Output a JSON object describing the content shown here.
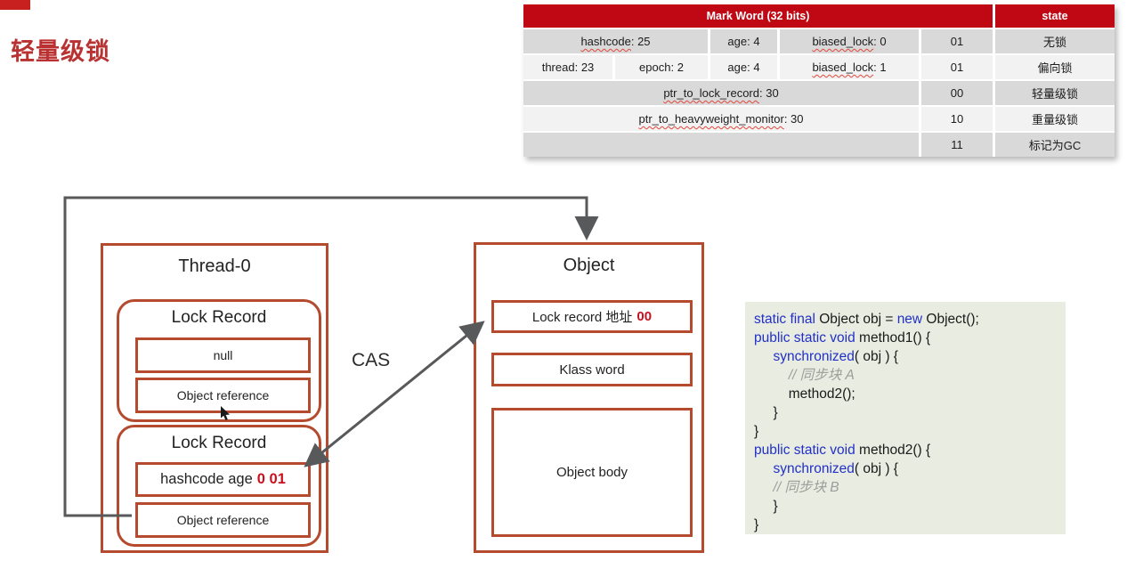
{
  "page": {
    "title": "轻量级锁"
  },
  "colors": {
    "table_header_red": "#c00714",
    "row_gray": "#d9d9d9",
    "row_light": "#f2f2f2",
    "box_border_red": "#b44a2e",
    "highlight_red": "#c8101e",
    "arrow_gray": "#58595b",
    "keyword_blue": "#2230c8",
    "code_background": "#e8ece1",
    "title_red": "#b93231"
  },
  "markword_table": {
    "header": {
      "markword": "Mark Word (32 bits)",
      "state": "state"
    },
    "rows": [
      {
        "bits": "01",
        "state": "无锁",
        "cells": [
          {
            "term": "hashcode",
            "rest": " : 25"
          },
          {
            "term": "age",
            "rest": " : 4"
          },
          {
            "term": "biased_lock",
            "rest": " : 0"
          }
        ]
      },
      {
        "bits": "01",
        "state": "偏向锁",
        "cells": [
          {
            "term": "thread",
            "rest": " : 23"
          },
          {
            "term": "epoch",
            "rest": " : 2"
          },
          {
            "term": "age",
            "rest": " : 4"
          },
          {
            "term": "biased_lock",
            "rest": " : 1"
          }
        ]
      },
      {
        "bits": "00",
        "state": "轻量级锁",
        "cells": [
          {
            "term": "ptr_to_lock_record",
            "rest": " : 30"
          }
        ]
      },
      {
        "bits": "10",
        "state": "重量级锁",
        "cells": [
          {
            "term": "ptr_to_heavyweight_monitor",
            "rest": " : 30"
          }
        ]
      },
      {
        "bits": "11",
        "state": "标记为GC",
        "cells": []
      }
    ]
  },
  "diagram": {
    "thread_box": {
      "title": "Thread-0"
    },
    "lock_record_1": {
      "title": "Lock Record",
      "slot1": "null",
      "slot2": "Object reference"
    },
    "lock_record_2": {
      "title": "Lock Record",
      "slot1_plain": "hashcode age",
      "slot1_red": "0 01",
      "slot2": "Object reference"
    },
    "object_box": {
      "title": "Object",
      "slot1_plain": "Lock record 地址",
      "slot1_red": "00",
      "slot2": "Klass word",
      "slot3": "Object body"
    },
    "cas_label": "CAS"
  },
  "code": {
    "lines": [
      [
        [
          "k",
          "static final"
        ],
        [
          "p",
          " Object obj = "
        ],
        [
          "k",
          "new"
        ],
        [
          "p",
          " Object();"
        ]
      ],
      [
        [
          "k",
          "public static void"
        ],
        [
          "p",
          " method1() {"
        ]
      ],
      [
        [
          "p",
          "     "
        ],
        [
          "k",
          "synchronized"
        ],
        [
          "p",
          "( obj ) {"
        ]
      ],
      [
        [
          "p",
          "         "
        ],
        [
          "c",
          "// 同步块 A"
        ]
      ],
      [
        [
          "p",
          "         method2();"
        ]
      ],
      [
        [
          "p",
          "     }"
        ]
      ],
      [
        [
          "p",
          "}"
        ]
      ],
      [
        [
          "k",
          "public static void"
        ],
        [
          "p",
          " method2() {"
        ]
      ],
      [
        [
          "p",
          "     "
        ],
        [
          "k",
          "synchronized"
        ],
        [
          "p",
          "( obj ) {"
        ]
      ],
      [
        [
          "p",
          "     "
        ],
        [
          "c",
          "// 同步块 B"
        ]
      ],
      [
        [
          "p",
          "     }"
        ]
      ],
      [
        [
          "p",
          "}"
        ]
      ]
    ]
  }
}
